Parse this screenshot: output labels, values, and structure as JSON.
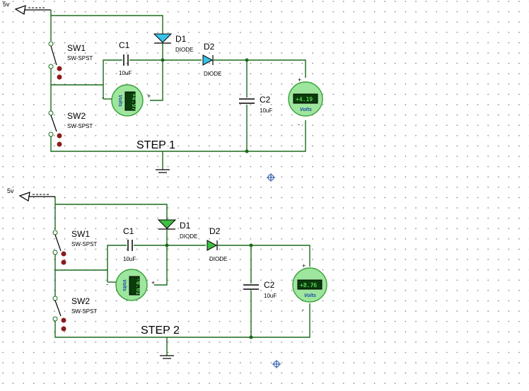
{
  "steps": [
    {
      "title": "STEP 1",
      "title_color": "#1a1aa0",
      "source_label": "5v",
      "sw1": {
        "name": "SW1",
        "type": "SW-SPST"
      },
      "sw2": {
        "name": "SW2",
        "type": "SW-SPST"
      },
      "c1": {
        "name": "C1",
        "value": "10uF"
      },
      "c2": {
        "name": "C2",
        "value": "10uF"
      },
      "d1": {
        "name": "D1",
        "type": "DIODE"
      },
      "d2": {
        "name": "D2",
        "type": "DIODE"
      },
      "meter_small": {
        "reading": "+4.97",
        "unit": "Volts",
        "minus": "-",
        "plus": "+"
      },
      "meter_large": {
        "reading": "+4.19",
        "unit": "Volts",
        "plus": "+",
        "minus": "-"
      }
    },
    {
      "title": "STEP 2",
      "title_color": "#d01010",
      "source_label": "5v",
      "sw1": {
        "name": "SW1",
        "type": "SW-SPST"
      },
      "sw2": {
        "name": "SW2",
        "type": "SW-SPST"
      },
      "c1": {
        "name": "C1",
        "value": "10uF"
      },
      "c2": {
        "name": "C2",
        "value": "10uF"
      },
      "d1": {
        "name": "D1",
        "type": "DIODE"
      },
      "d2": {
        "name": "D2",
        "type": "DIODE"
      },
      "meter_small": {
        "reading": "-0.01",
        "unit": "Volts",
        "minus": "-",
        "plus": "+"
      },
      "meter_large": {
        "reading": "+8.76",
        "unit": "Volts",
        "plus": "+",
        "minus": "-"
      }
    }
  ]
}
